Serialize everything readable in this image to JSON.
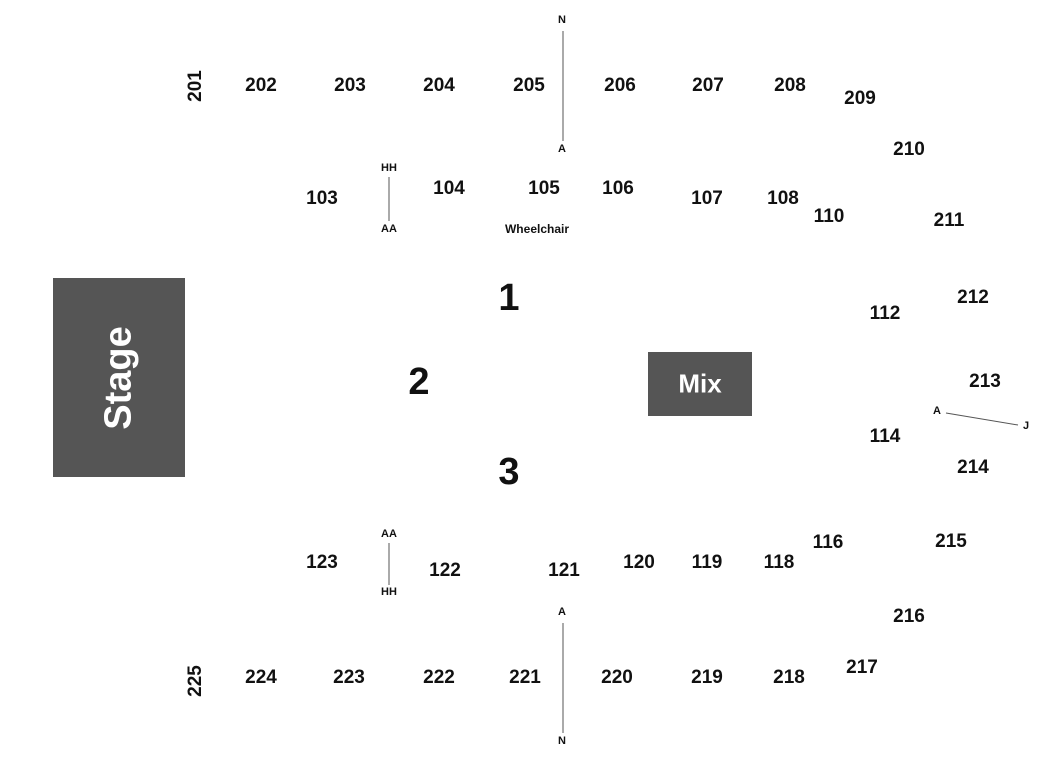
{
  "stage_label": "Stage",
  "mix_label": "Mix",
  "zones": [
    "1",
    "2",
    "3"
  ],
  "wheelchair_label": "Wheelchair",
  "row_markers": {
    "top_aisle": {
      "start": "N",
      "end": "A"
    },
    "bottom_aisle": {
      "start": "A",
      "end": "N"
    },
    "upper_floor": {
      "start": "HH",
      "end": "AA"
    },
    "lower_floor": {
      "start": "AA",
      "end": "HH"
    },
    "right_side": {
      "start": "A",
      "end": "J"
    }
  },
  "sections": {
    "upper_top": [
      "201",
      "202",
      "203",
      "204",
      "205",
      "206",
      "207",
      "208",
      "209",
      "210",
      "211"
    ],
    "upper_right": [
      "212",
      "213",
      "214",
      "215",
      "216",
      "217"
    ],
    "upper_bottom": [
      "218",
      "219",
      "220",
      "221",
      "222",
      "223",
      "224",
      "225"
    ],
    "lower_top": [
      "103",
      "104",
      "105",
      "106",
      "107",
      "108",
      "110"
    ],
    "lower_right": [
      "112",
      "114",
      "116"
    ],
    "lower_bottom": [
      "118",
      "119",
      "120",
      "121",
      "122",
      "123"
    ]
  },
  "colors": {
    "block_fill": "#555555",
    "text": "#111111",
    "line": "#555555"
  }
}
